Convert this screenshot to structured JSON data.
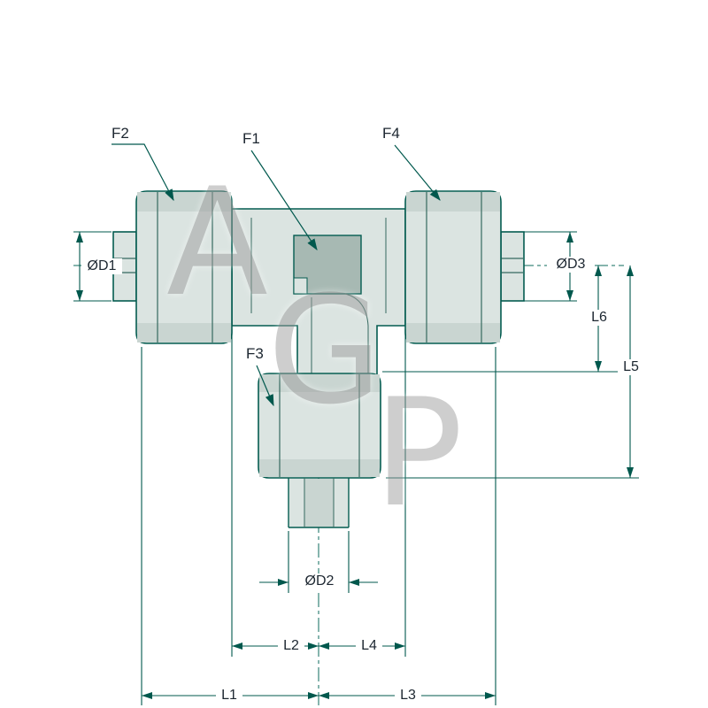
{
  "watermark": {
    "letters": [
      "A",
      "G",
      "P"
    ]
  },
  "labels": {
    "f1": "F1",
    "f2": "F2",
    "f3": "F3",
    "f4": "F4",
    "d1": "ØD1",
    "d2": "ØD2",
    "d3": "ØD3",
    "l1": "L1",
    "l2": "L2",
    "l3": "L3",
    "l4": "L4",
    "l5": "L5",
    "l6": "L6"
  },
  "colors": {
    "line": "#00584d",
    "detail_line": "#35695f",
    "fill_light": "#dbe4e1",
    "fill_shade": "#c9d5d1",
    "fill_dark": "#a7b9b3",
    "label_text": "#1c2630",
    "watermark": "#9e9e9e",
    "background": "#ffffff"
  }
}
